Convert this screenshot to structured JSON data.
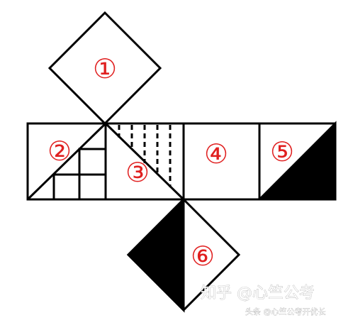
{
  "diagram": {
    "faces": [
      {
        "id": "face-1",
        "label": "①"
      },
      {
        "id": "face-2",
        "label": "②"
      },
      {
        "id": "face-3",
        "label": "③"
      },
      {
        "id": "face-4",
        "label": "④"
      },
      {
        "id": "face-5",
        "label": "⑤"
      },
      {
        "id": "face-6",
        "label": "⑥"
      }
    ],
    "label_color": "#e02020",
    "line_color": "#000000",
    "fill_color": "#000000"
  },
  "watermark": {
    "line1": "知乎 @心竺公考",
    "line2": "头条 @心竺公考开优长"
  }
}
